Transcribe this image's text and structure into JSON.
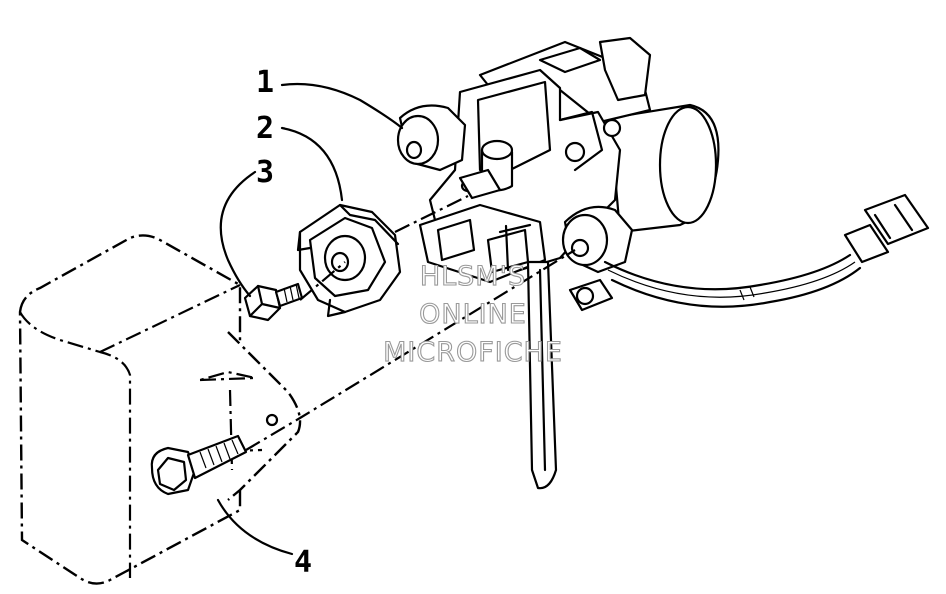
{
  "callouts": [
    {
      "id": "1",
      "label": "1"
    },
    {
      "id": "2",
      "label": "2"
    },
    {
      "id": "3",
      "label": "3"
    },
    {
      "id": "4",
      "label": "4"
    }
  ],
  "watermark": {
    "line1": "HLSM'S",
    "line2": "ONLINE",
    "line3": "MICROFICHE",
    "color": "#9a9a9a"
  },
  "colors": {
    "ink": "#000000",
    "background": "#ffffff"
  }
}
